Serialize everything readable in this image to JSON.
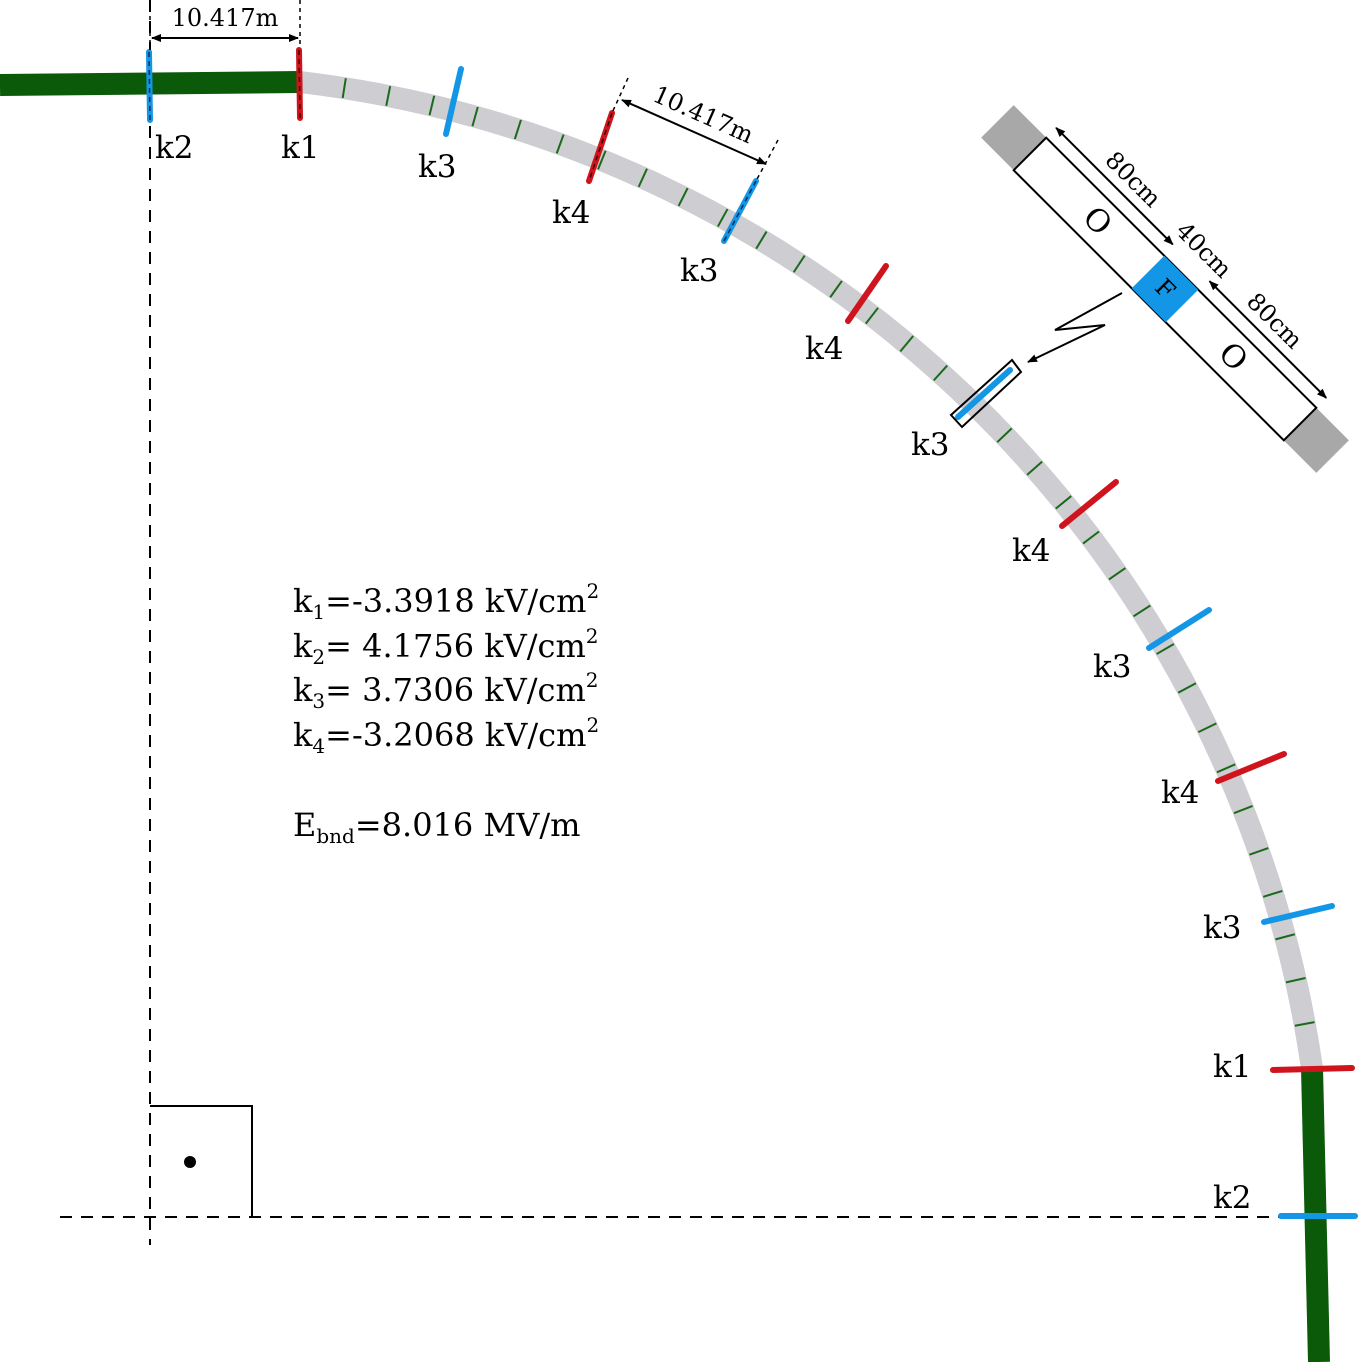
{
  "dimension_labels": {
    "straight_spacing": "10.417m",
    "arc_spacing": "10.417m"
  },
  "inset": {
    "left_length": "80cm",
    "middle_length": "40cm",
    "right_length": "80cm",
    "outer_left_label": "O",
    "center_label": "F",
    "outer_right_label": "O"
  },
  "element_labels": [
    "k2",
    "k1",
    "k3",
    "k4",
    "k3",
    "k4",
    "k3",
    "k4",
    "k3",
    "k4",
    "k3",
    "k1",
    "k2"
  ],
  "equations": [
    {
      "sym": "k",
      "sub": "1",
      "value": "=-3.3918 kV/cm",
      "sup": "2"
    },
    {
      "sym": "k",
      "sub": "2",
      "value": "= 4.1756 kV/cm",
      "sup": "2"
    },
    {
      "sym": "k",
      "sub": "3",
      "value": "= 3.7306 kV/cm",
      "sup": "2"
    },
    {
      "sym": "k",
      "sub": "4",
      "value": "=-3.2068 kV/cm",
      "sup": "2"
    },
    {
      "sym": "E",
      "sub": "bnd",
      "value": "=8.016 MV/m",
      "sup": ""
    }
  ],
  "colors": {
    "straight_section": "#0a5a0a",
    "arc_section": "#cdcdd2",
    "k1_k4": "#d0141e",
    "k2_k3": "#1496e6",
    "tick": "#1a6a1a",
    "inset_end": "#a8a8a8"
  }
}
